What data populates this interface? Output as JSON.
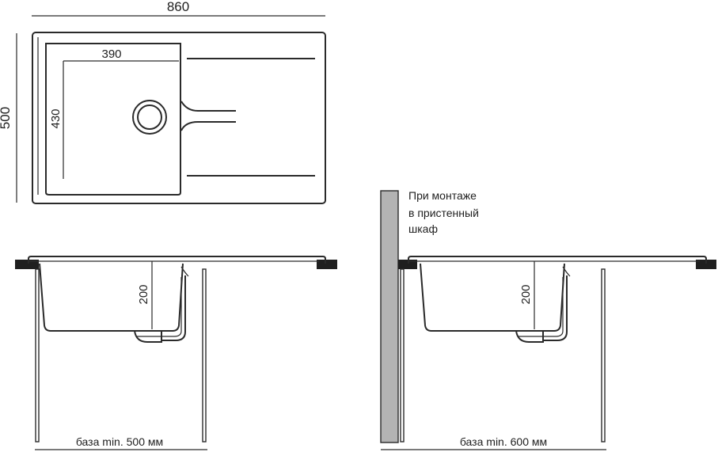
{
  "dimensions": {
    "overall_width": "860",
    "overall_depth": "500",
    "bowl_width": "390",
    "bowl_length": "430",
    "bowl_depth_left": "200",
    "bowl_depth_right": "200"
  },
  "captions": {
    "base_left": "база min. 500 мм",
    "base_right": "база min. 600 мм"
  },
  "note": {
    "line1": "При монтаже",
    "line2": "в пристенный",
    "line3": "шкаф"
  },
  "colors": {
    "line": "#2a2a2a",
    "wall_fill": "#b3b3b3",
    "countertop": "#1f1f1f"
  }
}
